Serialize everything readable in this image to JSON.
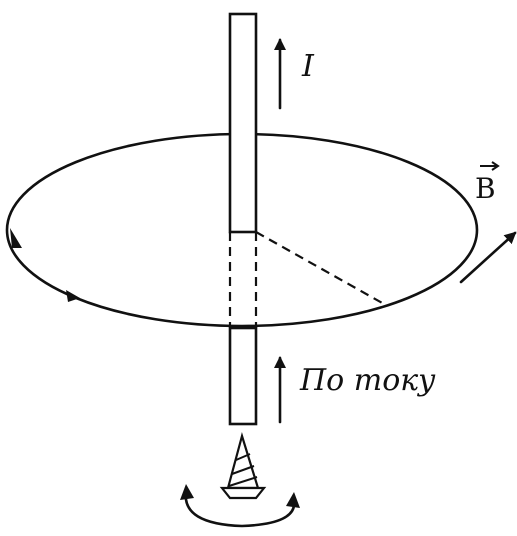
{
  "labels": {
    "current": "I",
    "field": "B",
    "direction": "По току"
  },
  "icons": {
    "screw": "gimlet-screw-icon",
    "rotation": "rotation-arrow-icon"
  },
  "colors": {
    "ink": "#111111",
    "background": "#ffffff"
  }
}
